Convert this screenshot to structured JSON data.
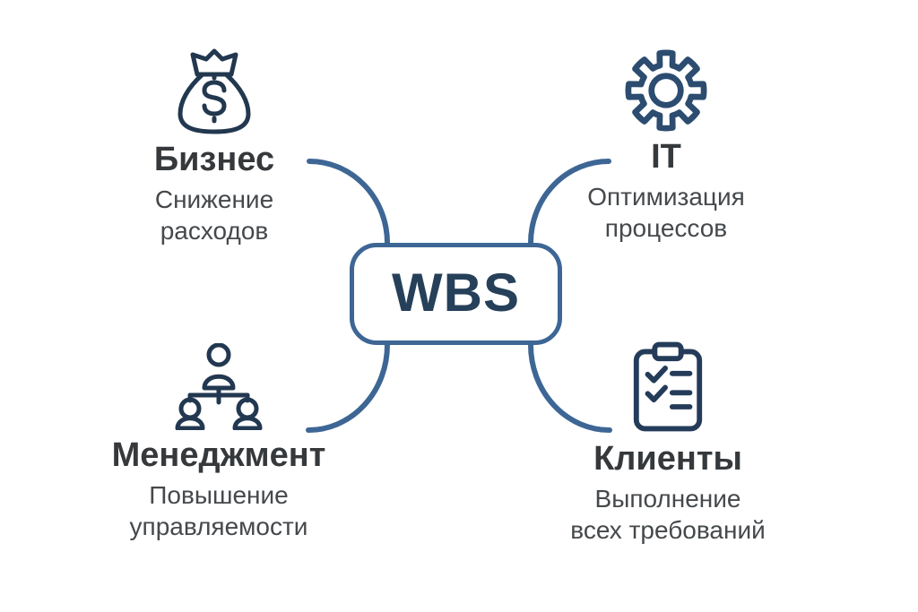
{
  "center": {
    "label": "WBS"
  },
  "colors": {
    "connector": "#3d6695",
    "center_text": "#264059",
    "title_text": "#36393c",
    "subtitle_text": "#45494c",
    "icon_money_bag": "#22384f",
    "icon_gear": "#2c4c70",
    "icon_org_chart": "#223850",
    "icon_clipboard": "#243c59"
  },
  "quadrants": [
    {
      "id": "business",
      "icon": "money-bag-icon",
      "title": "Бизнес",
      "subtitle": "Снижение\nрасходов"
    },
    {
      "id": "it",
      "icon": "gear-icon",
      "title": "IT",
      "subtitle": "Оптимизация\nпроцессов"
    },
    {
      "id": "management",
      "icon": "org-chart-icon",
      "title": "Менеджмент",
      "subtitle": "Повышение\nуправляемости"
    },
    {
      "id": "clients",
      "icon": "clipboard-checklist-icon",
      "title": "Клиенты",
      "subtitle": "Выполнение\nвсех требований"
    }
  ]
}
